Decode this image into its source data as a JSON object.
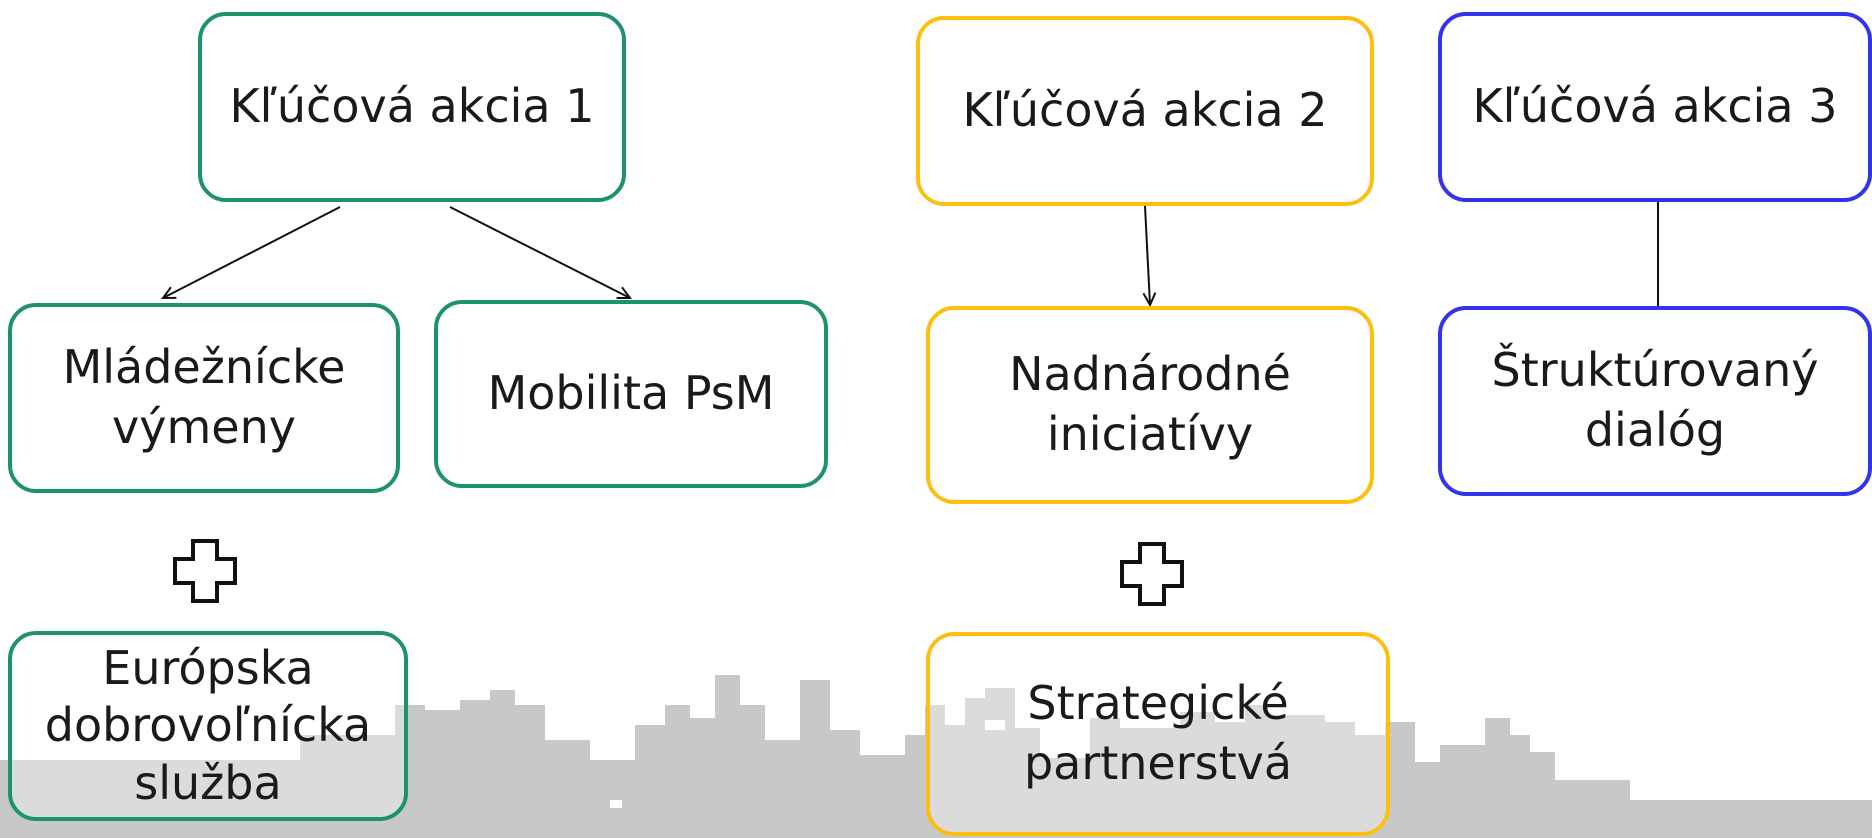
{
  "colors": {
    "green": "#1e9173",
    "yellow": "#fcbf10",
    "blue": "#3333ee",
    "skyline": "#c8c8c8"
  },
  "columns": {
    "ka1": {
      "title": "Kľúčová akcia 1",
      "children": [
        "Mládežnícke\nvýmeny",
        "Mobilita PsM"
      ],
      "plus_icon": "plus-icon",
      "extra": "Európska\ndobrovoľnícka\nslužba"
    },
    "ka2": {
      "title": "Kľúčová akcia 2",
      "children": [
        "Nadnárodné\niniciatívy"
      ],
      "plus_icon": "plus-icon",
      "extra": "Strategické\npartnerstvá"
    },
    "ka3": {
      "title": "Kľúčová akcia 3",
      "children": [
        "Štruktúrovaný\ndialóg"
      ]
    }
  }
}
